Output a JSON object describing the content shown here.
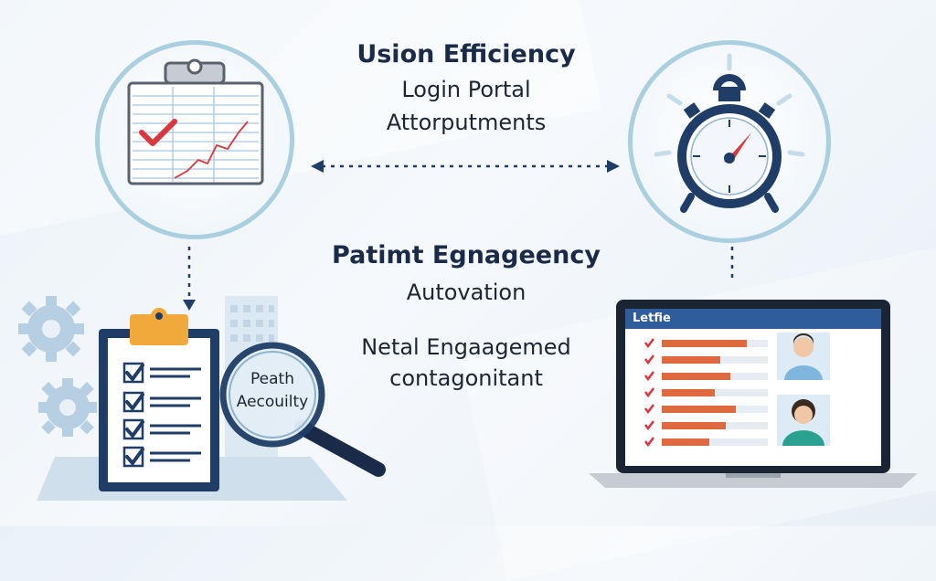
{
  "center": {
    "title1": "Usion Efficiency",
    "line1": "Login Portal",
    "line2": "Attorputments",
    "title2": "Patimt Egnageency",
    "line3": "Autovation",
    "line4": "Netal Engaagemed",
    "line5": "contagonitant"
  },
  "magnifier": {
    "line1": "Peath",
    "line2": "Aecouilty"
  },
  "laptop": {
    "header": "Letfie",
    "bars": [
      0.8,
      0.55,
      0.65,
      0.5,
      0.7,
      0.6,
      0.45
    ],
    "icons": [
      "male-avatar-icon",
      "female-avatar-icon"
    ]
  },
  "colors": {
    "navy": "#1a2b4a",
    "accent_red": "#d9363e",
    "bar_orange": "#e06a3f",
    "circle_border": "#a9cfe0",
    "dotted": "#1f3d66",
    "header_blue": "#2f5c9a"
  }
}
